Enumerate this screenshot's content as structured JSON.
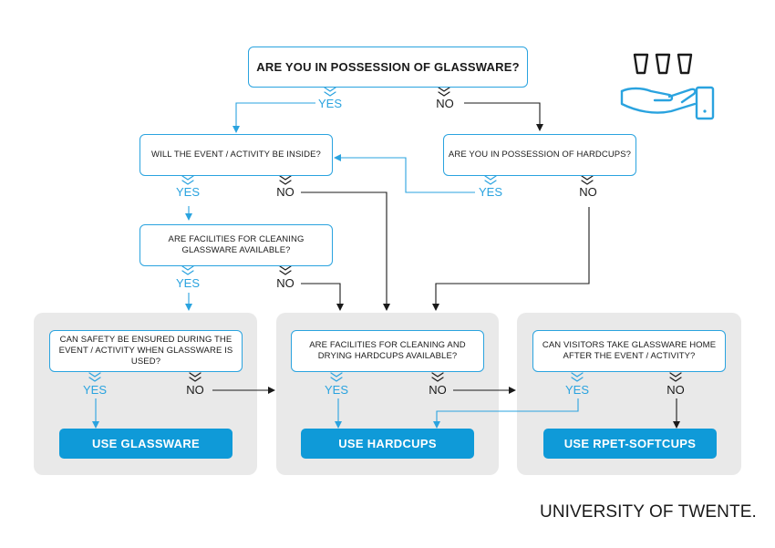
{
  "colors": {
    "accent": "#2aa3df",
    "button": "#0f9ad8",
    "panel": "#e9e9e9",
    "text": "#1a1a1a"
  },
  "questions": {
    "glassware_possession": "ARE YOU IN POSSESSION OF GLASSWARE?",
    "event_inside": "WILL THE EVENT / ACTIVITY BE INSIDE?",
    "hardcups_possession": "ARE YOU IN POSSESSION OF HARDCUPS?",
    "glass_cleaning": "ARE FACILITIES FOR CLEANING\nGLASSWARE AVAILABLE?",
    "safety": "CAN SAFETY BE ENSURED DURING THE\nEVENT / ACTIVITY WHEN GLASSWARE IS USED?",
    "hardcup_cleaning": "ARE FACILITIES FOR CLEANING AND\nDRYING HARDCUPS AVAILABLE?",
    "take_home": "CAN VISITORS TAKE GLASSWARE HOME\nAFTER THE EVENT / ACTIVITY?"
  },
  "answers": {
    "yes": "YES",
    "no": "NO"
  },
  "results": {
    "glassware": "USE GLASSWARE",
    "hardcups": "USE HARDCUPS",
    "softcups": "USE RPET-SOFTCUPS"
  },
  "logo": "UNIVERSITY OF TWENTE.",
  "illustration_icon": "hand-with-cups-icon"
}
